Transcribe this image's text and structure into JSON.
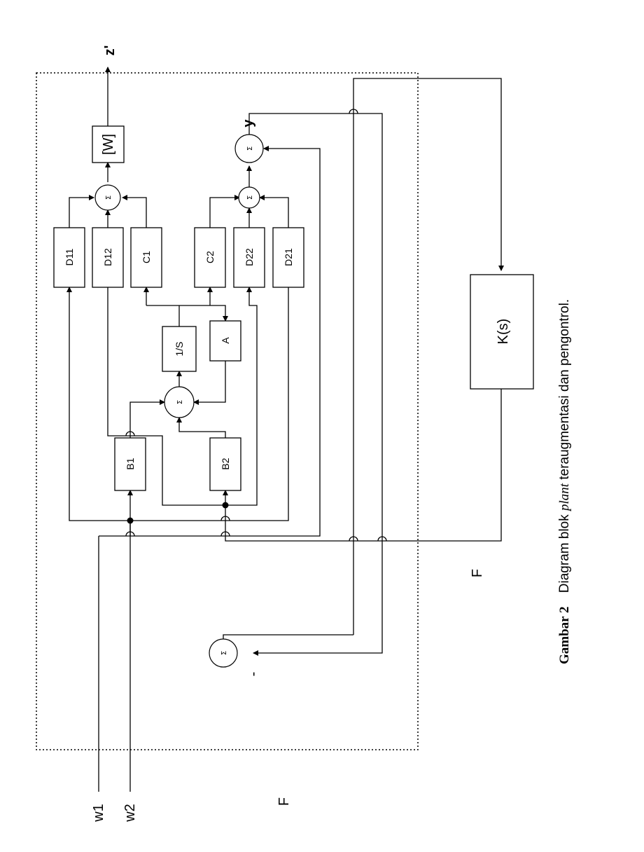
{
  "blocks": {
    "d11": "D11",
    "d12": "D12",
    "c1": "C1",
    "c2": "C2",
    "d22": "D22",
    "d21": "D21",
    "inv_s": "1/S",
    "a": "A",
    "b1": "B1",
    "b2": "B2",
    "w": "[W]",
    "k": "K(s)"
  },
  "sum_symbol": "Σ",
  "signals": {
    "z": "z'",
    "y": "y",
    "w1": "w1",
    "w2": "w2",
    "minus": "-",
    "f1": "F",
    "f2": "F"
  },
  "caption": {
    "label": "Gambar 2",
    "text_before": "Diagram blok ",
    "italic": "plant",
    "text_after": " teraugmentasi dan pengontrol."
  }
}
